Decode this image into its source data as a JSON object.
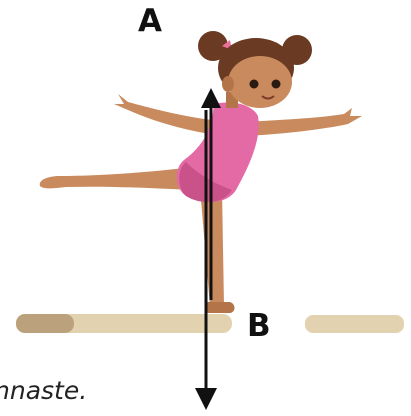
{
  "labels": {
    "top_point": "A",
    "bottom_point": "B"
  },
  "caption": "nnaste.",
  "colors": {
    "skin": "#C98A5E",
    "skin_shadow": "#B27448",
    "hair": "#6B3A22",
    "hair_bow": "#E8709A",
    "leotard": "#E46AA6",
    "leotard_shadow": "#C9528A",
    "beam_light": "#E2D2B0",
    "beam_dark": "#BCA27C",
    "arrow": "#111111"
  },
  "icons": {
    "figure": "gymnast-on-balance-beam",
    "up_arrow": "arrow-up-icon",
    "down_arrow": "arrow-down-icon"
  }
}
